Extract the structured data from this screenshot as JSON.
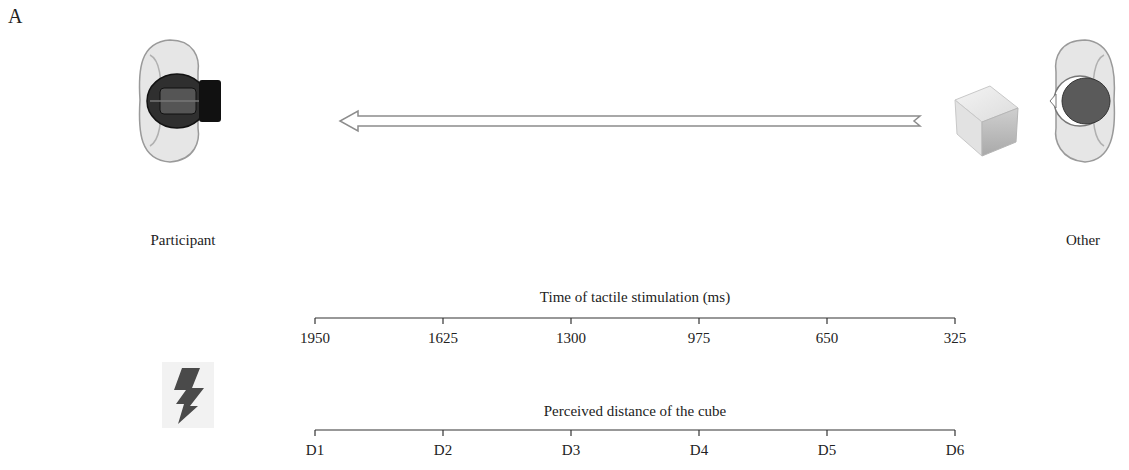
{
  "diagram": {
    "labels": [
      "A",
      "Participant",
      "Other",
      "Time of tactile stimulation (ms)",
      "1950",
      "1625",
      "1300",
      "975",
      "650",
      "325",
      "Perceived distance of the cube",
      "D1",
      "D2",
      "D3",
      "D4",
      "D5",
      "D6"
    ]
  }
}
